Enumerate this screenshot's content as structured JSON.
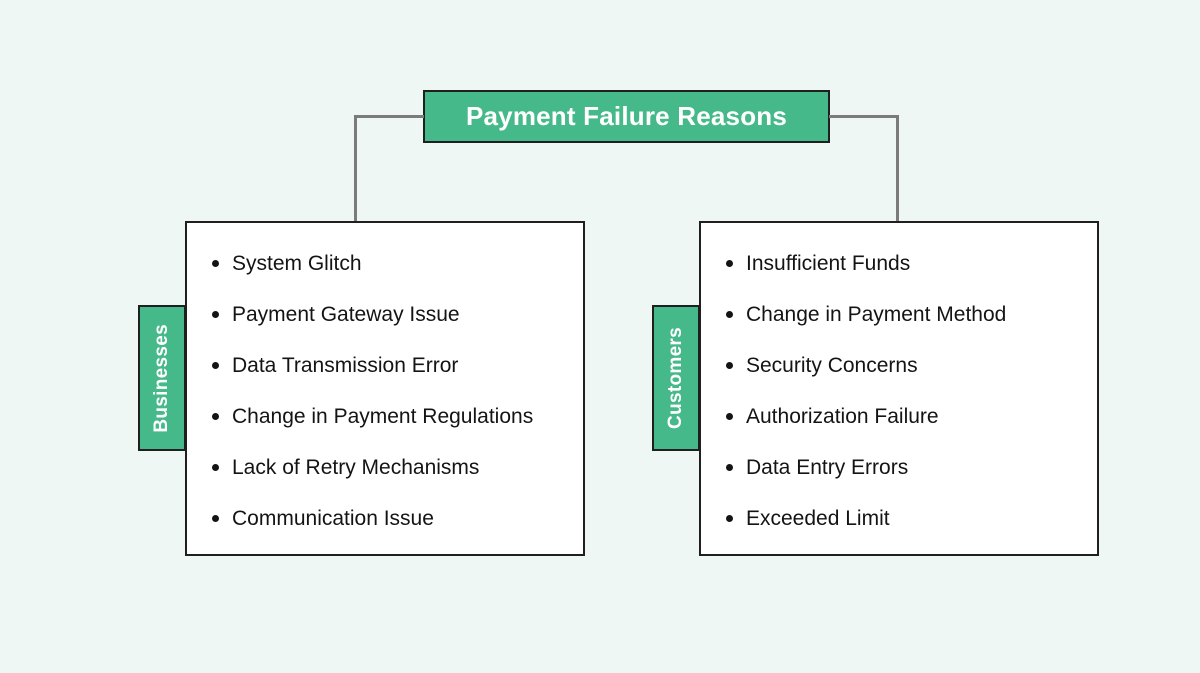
{
  "diagram": {
    "title": "Payment Failure Reasons",
    "colors": {
      "background": "#eff7f5",
      "accent_green": "#46b98a",
      "node_border": "#1f1f1f",
      "connector": "#7b7b7b",
      "panel_background": "#ffffff",
      "text_dark": "#141414",
      "text_light": "#ffffff"
    },
    "branches": [
      {
        "label": "Businesses",
        "items": [
          "System Glitch",
          "Payment Gateway Issue",
          "Data Transmission Error",
          "Change in Payment Regulations",
          "Lack of Retry Mechanisms",
          "Communication Issue"
        ]
      },
      {
        "label": "Customers",
        "items": [
          "Insufficient Funds",
          "Change in Payment Method",
          "Security Concerns",
          "Authorization Failure",
          "Data Entry Errors",
          "Exceeded Limit"
        ]
      }
    ]
  }
}
